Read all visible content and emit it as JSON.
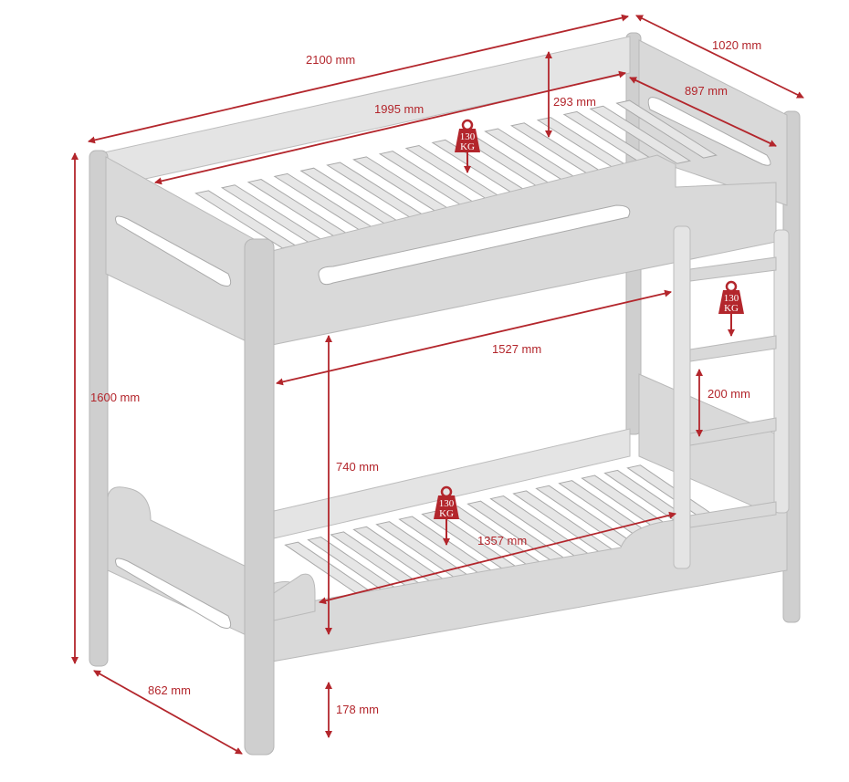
{
  "dimensions": {
    "total_length": "2100 mm",
    "total_width": "1020 mm",
    "inner_length": "1995 mm",
    "inner_width": "897 mm",
    "guard_height": "293 mm",
    "total_height": "1600 mm",
    "top_bunk_opening": "1527 mm",
    "bunk_clearance": "740 mm",
    "bottom_mattress_length": "1357 mm",
    "ladder_rung_spacing": "200 mm",
    "floor_clearance": "178 mm",
    "ladder_depth": "862 mm"
  },
  "weights": {
    "value": "130",
    "unit": "KG"
  },
  "colors": {
    "accent": "#b3262c",
    "frame": "#d9d9d9"
  }
}
